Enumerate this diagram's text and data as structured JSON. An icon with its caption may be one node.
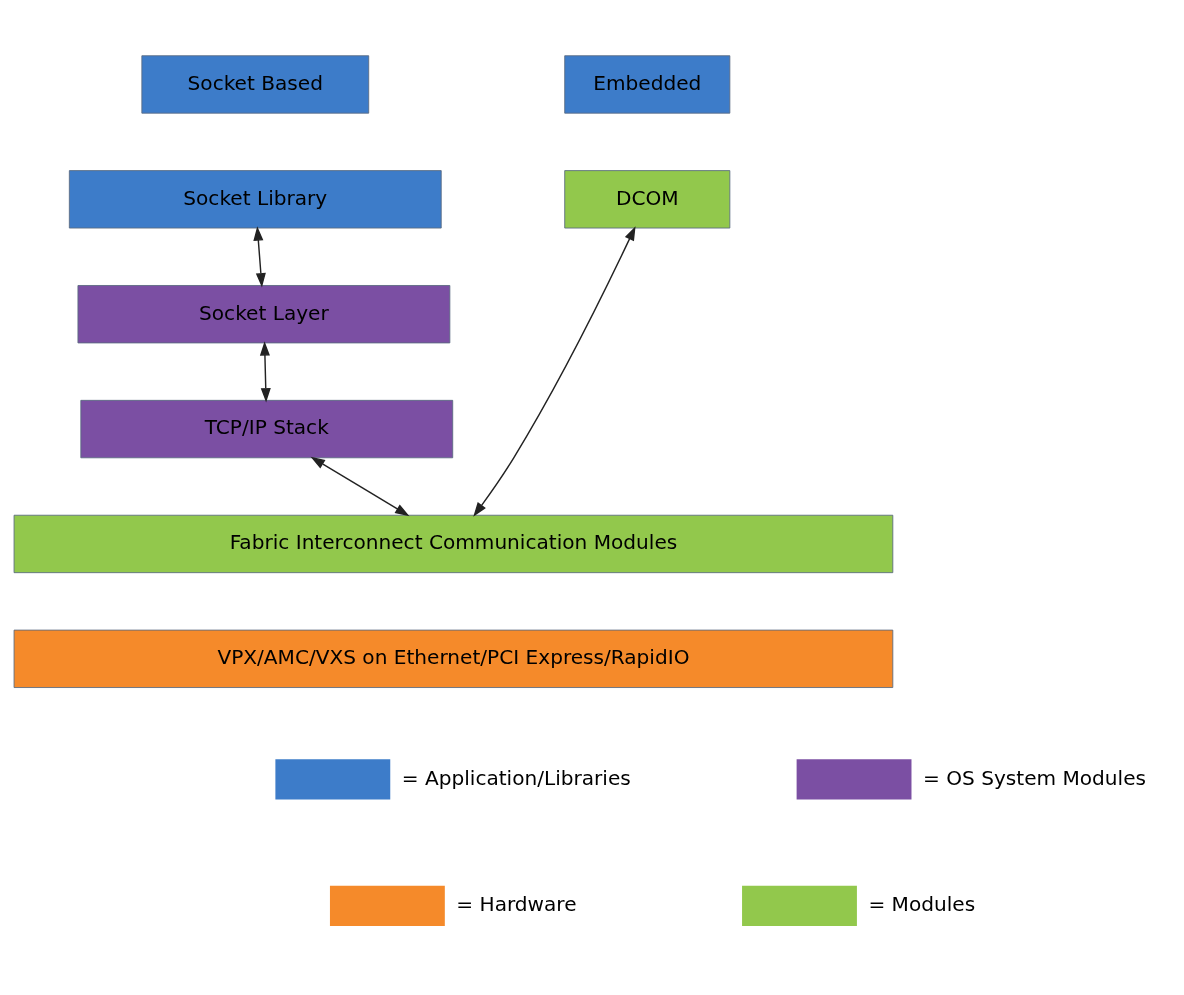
{
  "diagram": {
    "nodes": [
      {
        "text": [
          "Socket Based"
        ]
      },
      {
        "text": [
          "Embedded"
        ]
      },
      {
        "text": [
          "Socket Library"
        ]
      },
      {
        "text": [
          "DCOM"
        ]
      },
      {
        "text": [
          "Socket Layer"
        ]
      },
      {
        "text": [
          "TCP/IP Stack"
        ]
      },
      {
        "text": [
          "Fabric Interconnect Communication Modules"
        ]
      },
      {
        "text": [
          "VPX/AMC/VXS on Ethernet/PCI Express/RapidIO"
        ]
      }
    ],
    "edges": [
      {
        "from": 2,
        "to": 4,
        "arrow": "both"
      },
      {
        "from": 4,
        "to": 5,
        "arrow": "both"
      },
      {
        "from": 5,
        "to": 6,
        "arrow": "both"
      },
      {
        "from": 3,
        "to": 6,
        "arrow": "both"
      }
    ],
    "legend": [
      {
        "text": "= Application/Libraries",
        "color": "#3d7cc9"
      },
      {
        "text": "= OS System Modules",
        "color": "#7b4fa3"
      },
      {
        "text": "= Hardware",
        "color": "#f58a2a"
      },
      {
        "text": "= Modules",
        "color": "#92c84c"
      }
    ]
  }
}
